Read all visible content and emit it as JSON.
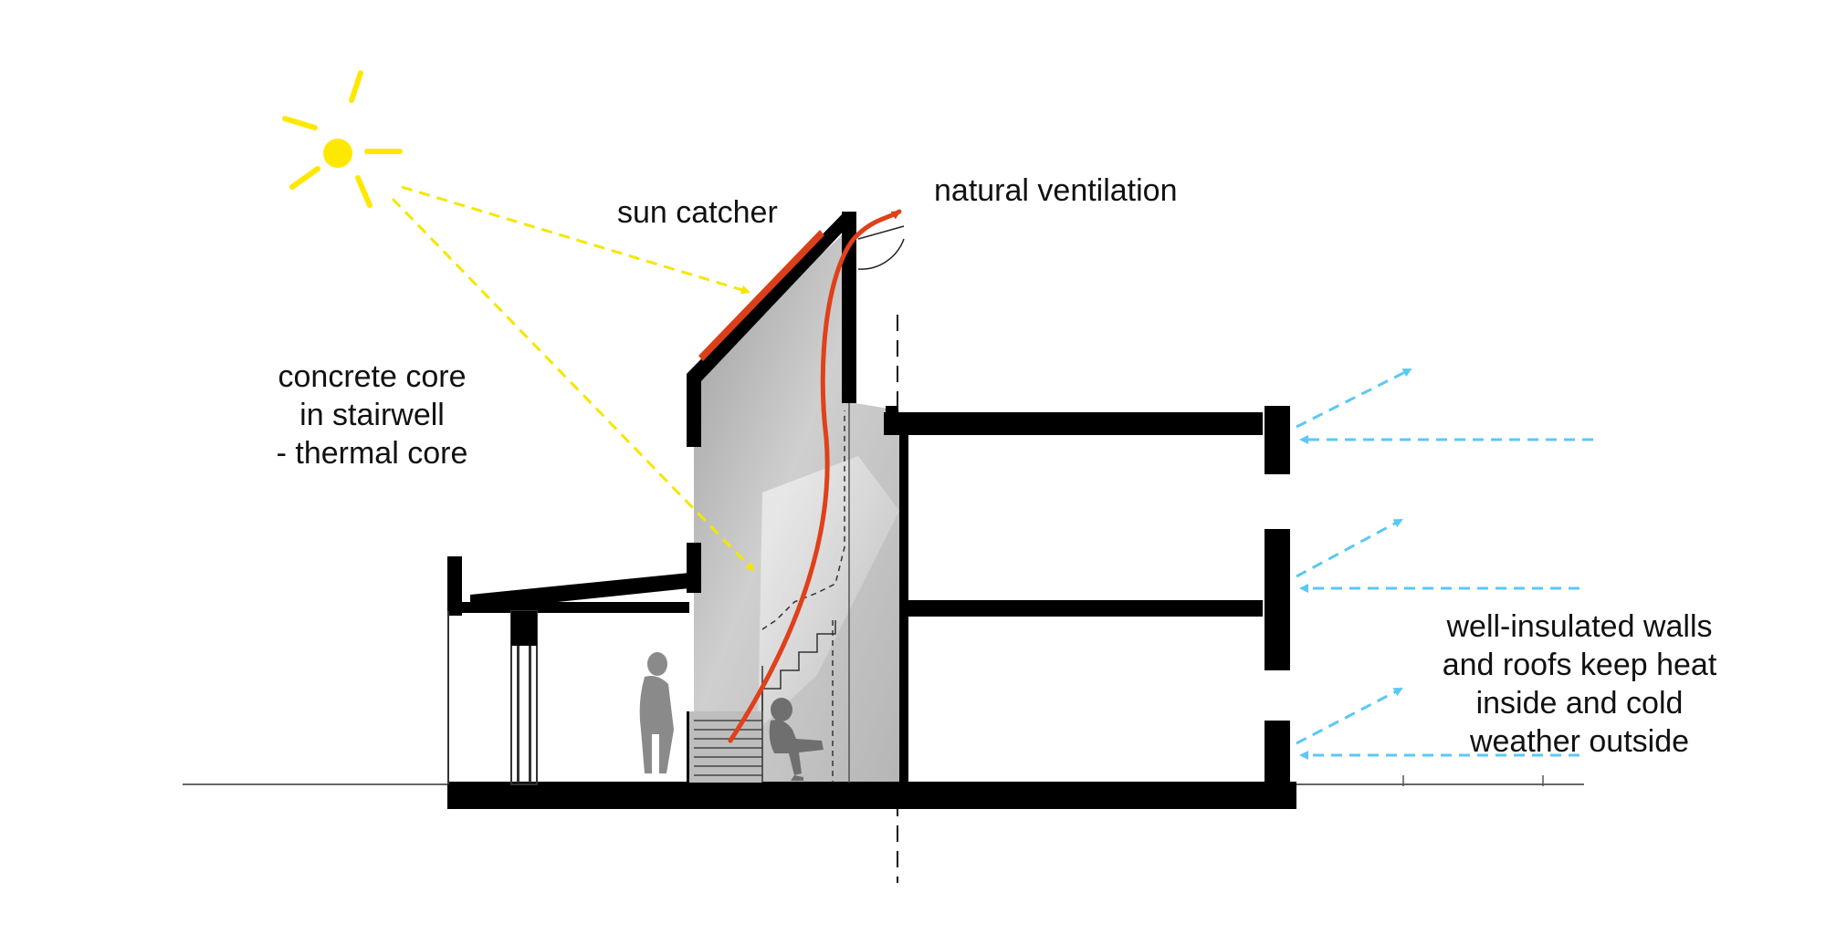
{
  "labels": {
    "sun_catcher": "sun catcher",
    "natural_ventilation": "natural ventilation",
    "concrete_core": [
      "concrete core",
      "in stairwell",
      "- thermal core"
    ],
    "insulated_walls": [
      "well-insulated walls",
      "and roofs keep heat",
      "inside and cold",
      "weather outside"
    ]
  },
  "colors": {
    "sun": "#ffe800",
    "sun_rays": "#f5e600",
    "ventilation_arrow": "#e0401a",
    "solar_panel": "#d9401a",
    "cold_air": "#5bc8f5",
    "structure": "#000000",
    "stair_fill": "#c9c9c9"
  },
  "icons": [
    "sun-icon",
    "person-standing-icon",
    "person-sitting-icon"
  ]
}
